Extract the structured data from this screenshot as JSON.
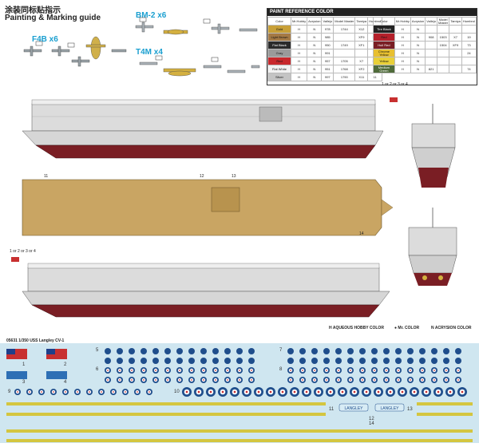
{
  "header": {
    "title_cn": "涂装同标贴指示",
    "title_en": "Painting & Marking guide"
  },
  "planes": [
    {
      "id": "f4b",
      "label": "F4B x6"
    },
    {
      "id": "bm2",
      "label": "BM-2 x6"
    },
    {
      "id": "t4m",
      "label": "T4M x4"
    }
  ],
  "paint_reference": {
    "title": "PAINT REFERENCE COLOR",
    "columns": [
      "Color",
      "Mr.Hobby",
      "Acrysion",
      "Vallejo",
      "Model Master",
      "Tamiya",
      "Humbrol"
    ],
    "left_rows": [
      {
        "name": "Gold",
        "hex": "#c8a038",
        "codes": [
          "H",
          "N",
          "978",
          "1744",
          "X12",
          "16"
        ]
      },
      {
        "name": "Light Brown",
        "hex": "#a57a45",
        "codes": [
          "H",
          "N",
          "985",
          "",
          "XF9",
          "177"
        ]
      },
      {
        "name": "Flat Black",
        "hex": "#2a2a2a",
        "codes": [
          "H",
          "N",
          "950",
          "1749",
          "XF1",
          "33"
        ]
      },
      {
        "name": "Gray",
        "hex": "#9a9a9a",
        "codes": [
          "H",
          "N",
          "991",
          "",
          "",
          "64"
        ]
      },
      {
        "name": "Red",
        "hex": "#c8282c",
        "codes": [
          "H",
          "N",
          "957",
          "1705",
          "X7",
          "153"
        ]
      },
      {
        "name": "Flat White",
        "hex": "#f2f2f2",
        "codes": [
          "H",
          "N",
          "951",
          "1768",
          "XF2",
          "34"
        ]
      },
      {
        "name": "Silver",
        "hex": "#c4c4c4",
        "codes": [
          "H",
          "N",
          "997",
          "1790",
          "X11",
          "11"
        ]
      }
    ],
    "right_rows": [
      {
        "name": "Tire Black",
        "hex": "#222222",
        "codes": [
          "H",
          "N",
          "",
          "",
          "",
          ""
        ]
      },
      {
        "name": "Red",
        "hex": "#b4202a",
        "codes": [
          "H",
          "N",
          "908",
          "1503",
          "X7",
          "19"
        ]
      },
      {
        "name": "Hull Red",
        "hex": "#7a1e24",
        "codes": [
          "H",
          "N",
          "",
          "1504",
          "XF9",
          "73"
        ]
      },
      {
        "name": "Chrome Yellow",
        "hex": "#e8c030",
        "codes": [
          "H",
          "N",
          "",
          "",
          "",
          "24"
        ]
      },
      {
        "name": "Yellow",
        "hex": "#e8d038",
        "codes": [
          "H",
          "N",
          "",
          "",
          "",
          ""
        ]
      },
      {
        "name": "Medium Green",
        "hex": "#4f6b3a",
        "codes": [
          "H",
          "N",
          "821",
          "",
          "",
          "74"
        ]
      }
    ]
  },
  "side_labels": [
    "1 or 2 or 3 or 4",
    "1 or 2 or 3 or 4"
  ],
  "part_numbers": [
    "11",
    "12",
    "13",
    "14"
  ],
  "legend": [
    {
      "code": "H",
      "text": "AQUEOUS HOBBY COLOR"
    },
    {
      "code": "●",
      "text": "Mr. COLOR"
    },
    {
      "code": "N",
      "text": "ACRYSION COLOR"
    }
  ],
  "footer_title": "05631 1/350 USS Langley CV-1",
  "decals": {
    "numbers": [
      "1",
      "2",
      "3",
      "4",
      "5",
      "6",
      "7",
      "8",
      "9",
      "10",
      "11",
      "12",
      "13",
      "14"
    ],
    "ship_name": "LANGLEY",
    "colors": {
      "background": "#cfe6f0",
      "roundel": "#1f4e8c",
      "stripe": "#d4c640",
      "flag_red": "#c83030",
      "flag_blue": "#1f3f8a"
    }
  },
  "colors": {
    "accent": "#1a9fd0",
    "hull_red": "#7a1e24",
    "hull_gray": "#cfcfcf",
    "deck_wood": "#c9a563"
  }
}
